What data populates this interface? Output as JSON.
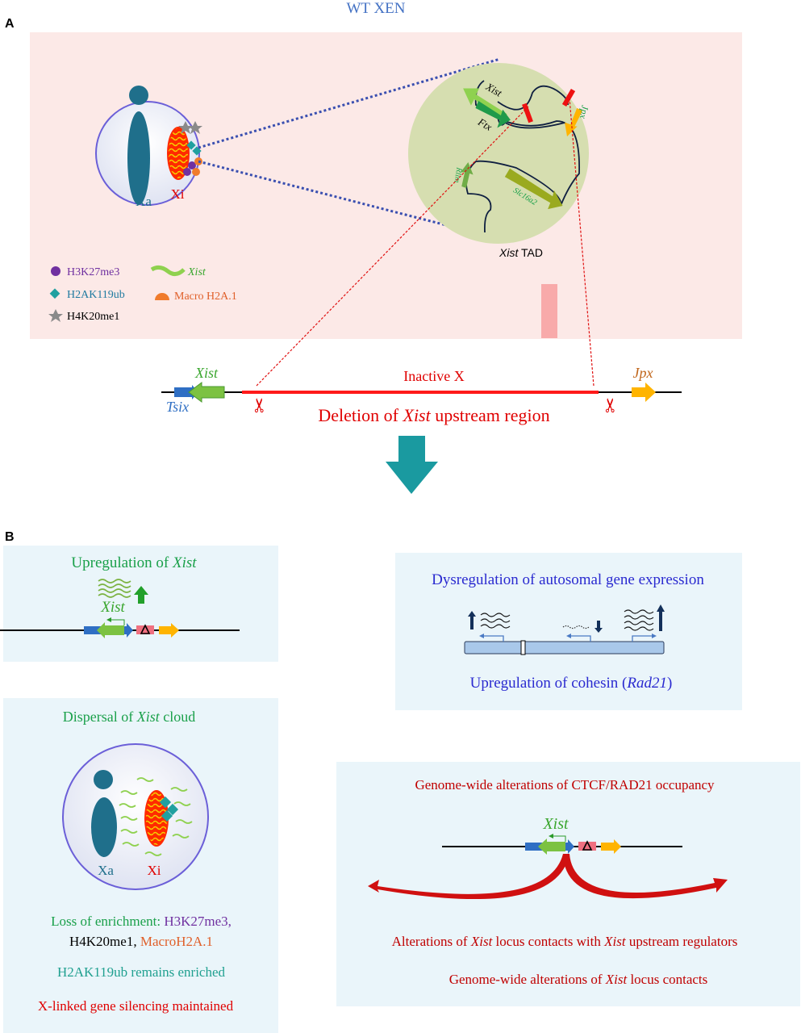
{
  "title": "WT XEN",
  "panel_labels": {
    "a": "A",
    "b": "B"
  },
  "colors": {
    "panel_a_bg": "#fce9e7",
    "panel_b_bg": "#eaf5fa",
    "xa": "#1f6f8b",
    "xi": "#ff2a00",
    "xist": "#7cc242",
    "tsix": "#2f6fc4",
    "jpx": "#ffb400",
    "deletion": "#ff1a1a",
    "arrow": "#1a9aa0"
  },
  "panel_a": {
    "xa_label": "Xa",
    "xi_label": "Xi",
    "tad": {
      "genes": {
        "xist": "Xist",
        "ftx": "Ftx",
        "jpx": "Jpx",
        "rlim": "Rlim",
        "slc16a2": "Slc16a2"
      },
      "caption_italic": "Xist",
      "caption_rest": " TAD"
    },
    "legend": {
      "h3k27me3": "H3K27me3",
      "xist": "Xist",
      "h2ak119ub": "H2AK119ub",
      "macroh2a1": "Macro H2A.1",
      "h4k20me1": "H4K20me1"
    },
    "locus": {
      "xist": "Xist",
      "tsix": "Tsix",
      "jpx": "Jpx",
      "inactive_x": "Inactive X",
      "deletion_pre": "Deletion of ",
      "deletion_it": "Xist",
      "deletion_post": " upstream region"
    }
  },
  "panel_b": {
    "upregulation": {
      "pre": "Upregulation of ",
      "it": "Xist",
      "transcript": "Xist"
    },
    "autosomal": {
      "title": "Dysregulation of autosomal gene expression",
      "cohesin_pre": "Upregulation of cohesin (",
      "cohesin_it": "Rad21",
      "cohesin_post": ")"
    },
    "dispersal": {
      "title_pre": "Dispersal of ",
      "title_it": "Xist",
      "title_post": " cloud",
      "xa_label": "Xa",
      "xi_label": "Xi",
      "loss_pre": "Loss of enrichment: ",
      "loss_h3k27me3": "H3K27me3,",
      "loss_h4k20me1": "H4K20me1,",
      "loss_macro": "MacroH2A.1",
      "h2ak119ub": "H2AK119ub remains enriched",
      "silencing": "X-linked gene silencing maintained"
    },
    "genome_wide": {
      "title": "Genome-wide alterations of CTCF/RAD21 occupancy",
      "xist": "Xist",
      "alt1_pre": "Alterations of ",
      "alt1_it1": "Xist",
      "alt1_mid": " locus contacts with ",
      "alt1_it2": "Xist",
      "alt1_post": " upstream regulators",
      "alt2_pre": "Genome-wide alterations of ",
      "alt2_it": "Xist",
      "alt2_post": " locus contacts"
    }
  }
}
